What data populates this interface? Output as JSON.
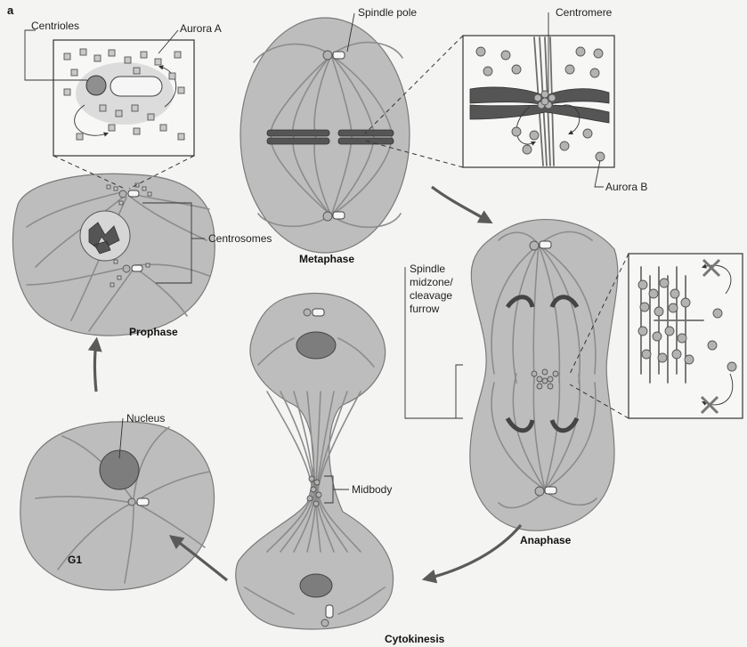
{
  "panel_letter": "a",
  "labels": {
    "centrioles": "Centrioles",
    "aurora_a": "Aurora A",
    "spindle_pole": "Spindle pole",
    "centromere": "Centromere",
    "centrosomes": "Centrosomes",
    "aurora_b": "Aurora B",
    "spindle_midzone_1": "Spindle",
    "spindle_midzone_2": "midzone/",
    "spindle_midzone_3": "cleavage",
    "spindle_midzone_4": "furrow",
    "nucleus": "Nucleus",
    "midbody": "Midbody"
  },
  "stages": {
    "prophase": "Prophase",
    "metaphase": "Metaphase",
    "anaphase": "Anaphase",
    "cytokinesis": "Cytokinesis",
    "g1": "G1"
  },
  "colors": {
    "cell_fill": "#bdbdbd",
    "microtubule": "#8c8c8c",
    "arrow": "#5a5a5a",
    "background": "#f4f4f2"
  }
}
